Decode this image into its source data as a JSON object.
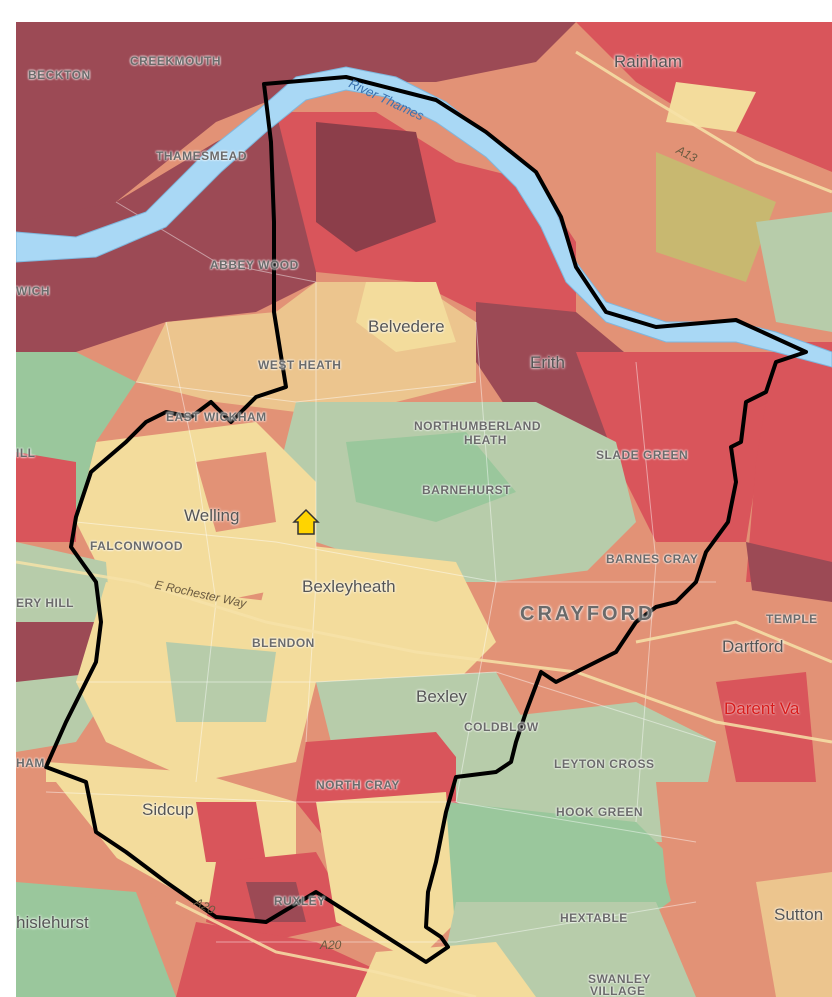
{
  "map": {
    "colors": {
      "very_high": "#9c4a55",
      "high": "#d9555b",
      "medium_high": "#e29276",
      "medium": "#ecc58e",
      "low_medium": "#f3dc9c",
      "low": "#b7ccaa",
      "very_low": "#9ac79c",
      "river": "#a9d8f5",
      "boundary": "#000000",
      "marker": "#ffd400"
    },
    "marker_icon": "home-marker-icon",
    "labels": {
      "beckton": "BECKTON",
      "creekmouth": "CREEKMOUTH",
      "rainham": "Rainham",
      "river_thames": "River Thames",
      "a13": "A13",
      "thamesmead": "THAMESMEAD",
      "abbey_wood": "ABBEY WOOD",
      "wich": "WICH",
      "belvedere": "Belvedere",
      "erith": "Erith",
      "west_heath": "WEST HEATH",
      "east_wickham": "EAST WICKHAM",
      "northumberland_heath_1": "NORTHUMBERLAND",
      "northumberland_heath_2": "HEATH",
      "slade_green": "SLADE GREEN",
      "barnehurst": "BARNEHURST",
      "welling": "Welling",
      "falconwood": "FALCONWOOD",
      "barnes_cray": "BARNES CRAY",
      "e_rochester_way": "E Rochester Way",
      "bexleyheath": "Bexleyheath",
      "crayford": "CRAYFORD",
      "temple_hill": "TEMPLE",
      "eltham_hill": "ERY HILL",
      "dartford": "Dartford",
      "blendon": "BLENDON",
      "bexley": "Bexley",
      "coldblow": "COLDBLOW",
      "darent_valley": "Darent Va",
      "leyton_cross": "LEYTON CROSS",
      "north_cray": "NORTH CRAY",
      "hook_green": "HOOK GREEN",
      "sidcup": "Sidcup",
      "ill": "ILL",
      "ham": "HAM",
      "a20": "A20",
      "a20_road": "A20",
      "ruxley": "RUXLEY",
      "hextable": "HEXTABLE",
      "chislehurst": "hislehurst",
      "sutton": "Sutton",
      "swanley_1": "SWANLEY",
      "swanley_2": "VILLAGE"
    }
  }
}
